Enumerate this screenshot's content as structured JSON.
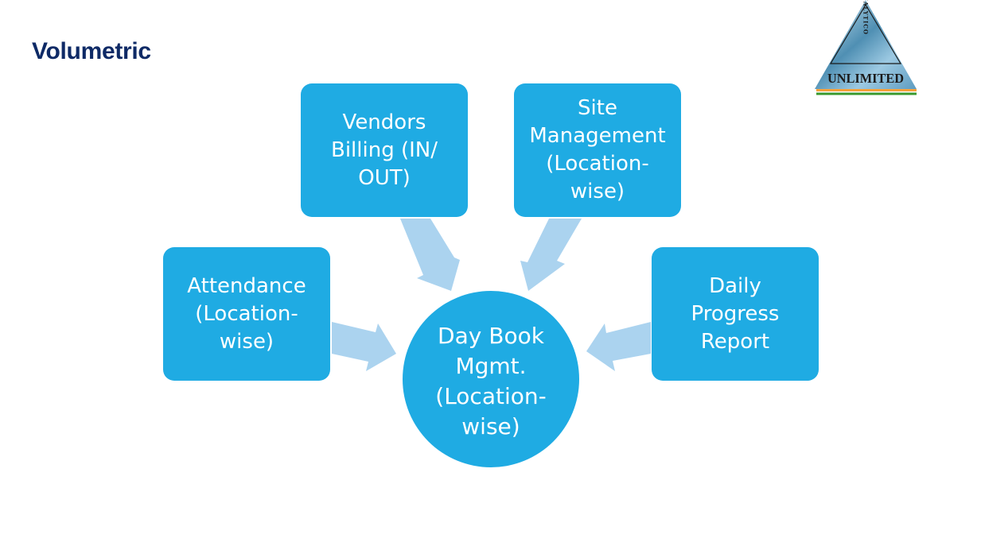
{
  "slide": {
    "title": "Volumetric",
    "logo": {
      "vertical_text": "ANALYTICO",
      "main_text": "UNLIMITED",
      "icon": "triangle-logo-icon"
    }
  },
  "diagram": {
    "type": "converging-radial",
    "colors": {
      "node_fill": "#1fabe3",
      "arrow_fill": "#abd3ef",
      "text": "#ffffff",
      "title": "#0e2a66"
    },
    "center": {
      "label": "Day Book\nMgmt.\n(Location-\nwise)"
    },
    "nodes": [
      {
        "id": "attendance",
        "label": "Attendance\n(Location-\nwise)"
      },
      {
        "id": "vendors",
        "label": "Vendors\nBilling (IN/\nOUT)"
      },
      {
        "id": "site",
        "label": "Site\nManagement\n(Location-\nwise)"
      },
      {
        "id": "dpr",
        "label": "Daily\nProgress\nReport"
      }
    ],
    "edges": [
      {
        "from": "attendance",
        "to": "center"
      },
      {
        "from": "vendors",
        "to": "center"
      },
      {
        "from": "site",
        "to": "center"
      },
      {
        "from": "dpr",
        "to": "center"
      }
    ]
  }
}
